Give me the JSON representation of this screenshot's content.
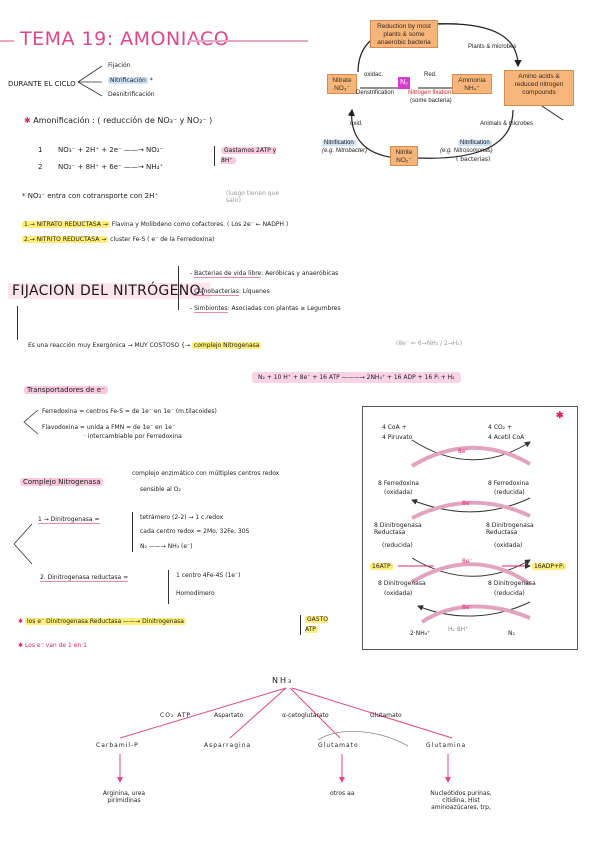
{
  "header": {
    "title": "TEMA 19: AMONIACO"
  },
  "intro": {
    "label": "DURANTE EL CICLO",
    "items": [
      "Fijación",
      "Nitrificación",
      "Desnitrificación"
    ],
    "star": "*"
  },
  "cycle": {
    "reduction_box": "Reduction by most plants & some anaerobic bacteria",
    "nitrate": "Nitrate NO₃⁻",
    "n2": "N₂",
    "ammonia": "Ammonia NH₄⁺",
    "amino_box": "Amino acids & reduced nitrogen compounds",
    "oxidac": "oxidac.",
    "red": "Red.",
    "denitrification": "Denstrification",
    "nitrogen_fixation": "Nitrogen fixation",
    "some_bacteria": "(some bacteria)",
    "plants_microbes": "Plants & microbes",
    "animals_microbes": "Animals & microbes",
    "oxid": "oxid.",
    "nitrification_left": "Nitrification",
    "nitrobacter": "(e.g. Nitrobacter)",
    "nitrite": "Nitrite NO₂⁻",
    "nitrification_right": "Nitrification",
    "nitrosomonas": "(e.g. Nitrosomonas)",
    "bacterias": "( bacterias)"
  },
  "amon": {
    "heading": "Amonificación : ( reducción de NO₃⁻ y NO₂⁻ )",
    "r1_num": "1",
    "r1": "NO₃⁻ + 2H⁺ + 2e⁻ ——→ NO₂⁻",
    "r2_num": "2",
    "r2": "NO₂⁻ + 8H⁺ + 6e⁻ ——→ NH₄⁺",
    "cost": "Gastamos 2ATP y 8H⁺",
    "note": "NO₃⁻ entra con cotransporte con 2H⁺",
    "note_grey": "(luego tienen que salir)",
    "enz1_label": "1.→ NITRATO REDUCTASA →",
    "enz1_text": "Flavina y Molibdeno como cofactores. ( Los 2e⁻ ← NADPH )",
    "enz2_label": "2.→ NITRITO REDUCTASA →",
    "enz2_text": "cluster Fe-S ( e⁻ de la Ferredoxina)"
  },
  "fijacion": {
    "title": "FIJACION DEL NITRÓGENO:",
    "b1_u": "Bacterias de vida libre",
    "b1": ": Aeróbicas y anaeróbicas",
    "b2_u": "Cianobacterias",
    "b2": ": Líquenes",
    "b3_u": "Simbiontes",
    "b3": ": Asociadas con plantas ≥ Legumbres",
    "reaction": "Es una reacción muy Exergónica → MUY COSTOSO",
    "complex": "complejo Nitrogenasa",
    "grey": "(8e⁻ ⇐ 6→NH₃ / 2→H₂)",
    "equation": "N₂ + 10 H⁺ + 8e⁻ + 16 ATP ———→ 2NH₄⁺ + 16 ADP + 16 Pᵢ + H₂"
  },
  "transport": {
    "heading": "Transportadores de e⁻",
    "t1": "Ferredoxina = centros Fe-S = de 1e⁻ en 1e⁻ (m.tilacoides)",
    "t2": "Flavodoxina = unida a FMN = de 1e⁻ en 1e⁻",
    "t2b": "· intercambiable por Ferredoxina"
  },
  "complejo": {
    "heading": "Complejo Nitrogenasa",
    "desc": "complejo enzimático con múltiples centros redox",
    "desc2": "sensible al O₂",
    "d1_label": "1 → Dinitrogenasa =",
    "d1_a": "tetrámero (2-2) → 1 c.redox",
    "d1_b": "cada centro redox = 2Mo, 32Fe, 30S",
    "d1_c": "N₂ ——→ NH₃ (e⁻)",
    "d2_label": "2. Dinitrogenasa reductasa =",
    "d2_a": "1 centro 4Fe-4S (1e⁻)",
    "d2_b": "Homodímero",
    "flow": "los e⁻ Dinitrogenasa Reductasa ——→ Dinitrogenasa",
    "flow_end": "GASTO ATP",
    "note": "Los e⁻ van de 1 en 1"
  },
  "diagram": {
    "coa": "4 CoA +",
    "piruvato": "4 Piruvato",
    "co2": "4 CO₂ +",
    "acetil": "4 Acetil CoA",
    "e1": "8e⁻",
    "fd_ox": "8 Ferredoxina",
    "fd_ox_s": "(oxidada)",
    "fd_red": "8 Ferredoxina",
    "fd_red_s": "(reducida)",
    "e2": "8e⁻",
    "dr_red": "8 Dinitrogenasa Reductasa",
    "dr_red_s": "(reducida)",
    "dr_ox": "8 Dinitrogenasa Reductasa",
    "dr_ox_s": "(oxidada)",
    "atp": "16ATP",
    "e3": "8e⁻",
    "adp": "16ADP+Pᵢ",
    "dn_ox": "8 Dinitrogenasa",
    "dn_ox_s": "(oxidada)",
    "dn_red": "8 Dinitrogenasa",
    "dn_red_s": "(reducida)",
    "e4": "8e⁻",
    "nh4": "2·NH₄⁺",
    "h2": "H₂ 8H⁺",
    "n2": "N₂"
  },
  "tree": {
    "root": "NH₃",
    "co2atp": "CO₂ ATP",
    "aspartato": "Aspartato",
    "akg": "α-cetoglutarato",
    "glutamato_top": "Glutamato",
    "carbamil": "Carbamil-P",
    "asparragina": "Asparragina",
    "glutamato": "Glutamato",
    "glutamina": "Glutamina",
    "leaf1": "Arginina, urea pirimidinas",
    "leaf2": "otros aa",
    "leaf3": "Nucleótidos purinas, citidina, Hist aminoazúcares, trp,"
  }
}
